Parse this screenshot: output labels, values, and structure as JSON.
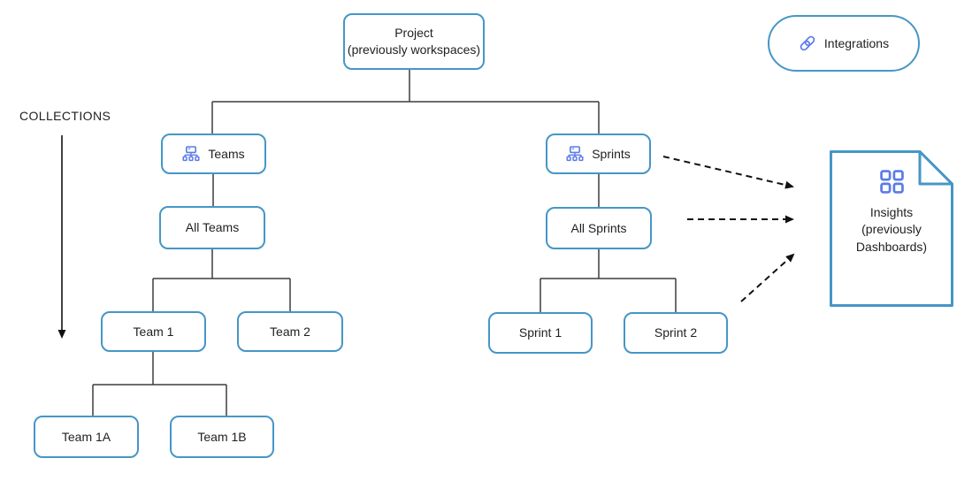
{
  "diagram": {
    "collections_label": "COLLECTIONS",
    "integrations": {
      "label": "Integrations"
    },
    "tree": {
      "project": "Project\n(previously workspaces)",
      "teams": "Teams",
      "all_teams": "All Teams",
      "team_1": "Team 1",
      "team_2": "Team 2",
      "team_1a": "Team 1A",
      "team_1b": "Team 1B",
      "sprints": "Sprints",
      "all_sprints": "All Sprints",
      "sprint_1": "Sprint 1",
      "sprint_2": "Sprint 2"
    },
    "insights": {
      "label": "Insights\n(previously\nDashboards)"
    },
    "colors": {
      "box_border": "#4696C6",
      "icon_blue": "#5B7BE8",
      "text": "#1F1F1F",
      "connector": "#3D3D3D",
      "arrow": "#111111"
    }
  }
}
